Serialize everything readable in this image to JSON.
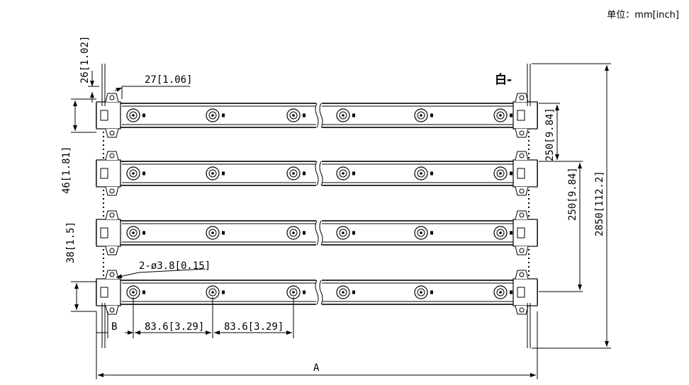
{
  "unit_label": "单位：mm[inch]",
  "wire_marker": "白-",
  "dimensions": {
    "lead_length": "26[1.02]",
    "bracket_offset": "27[1.06]",
    "bar_height": "46[1.81]",
    "bracket_width": "38[1.5]",
    "hole_spec": "2-ø3.8[0.15]",
    "end_offset": "B",
    "led_pitch_1": "83.6[3.29]",
    "led_pitch_2": "83.6[3.29]",
    "bar_spacing_1": "250[9.84]",
    "bar_spacing_2": "250[9.84]",
    "total_lead_length": "2850[112.2]",
    "overall_length": "A"
  },
  "strip_count": 4,
  "leds_per_strip": 6
}
